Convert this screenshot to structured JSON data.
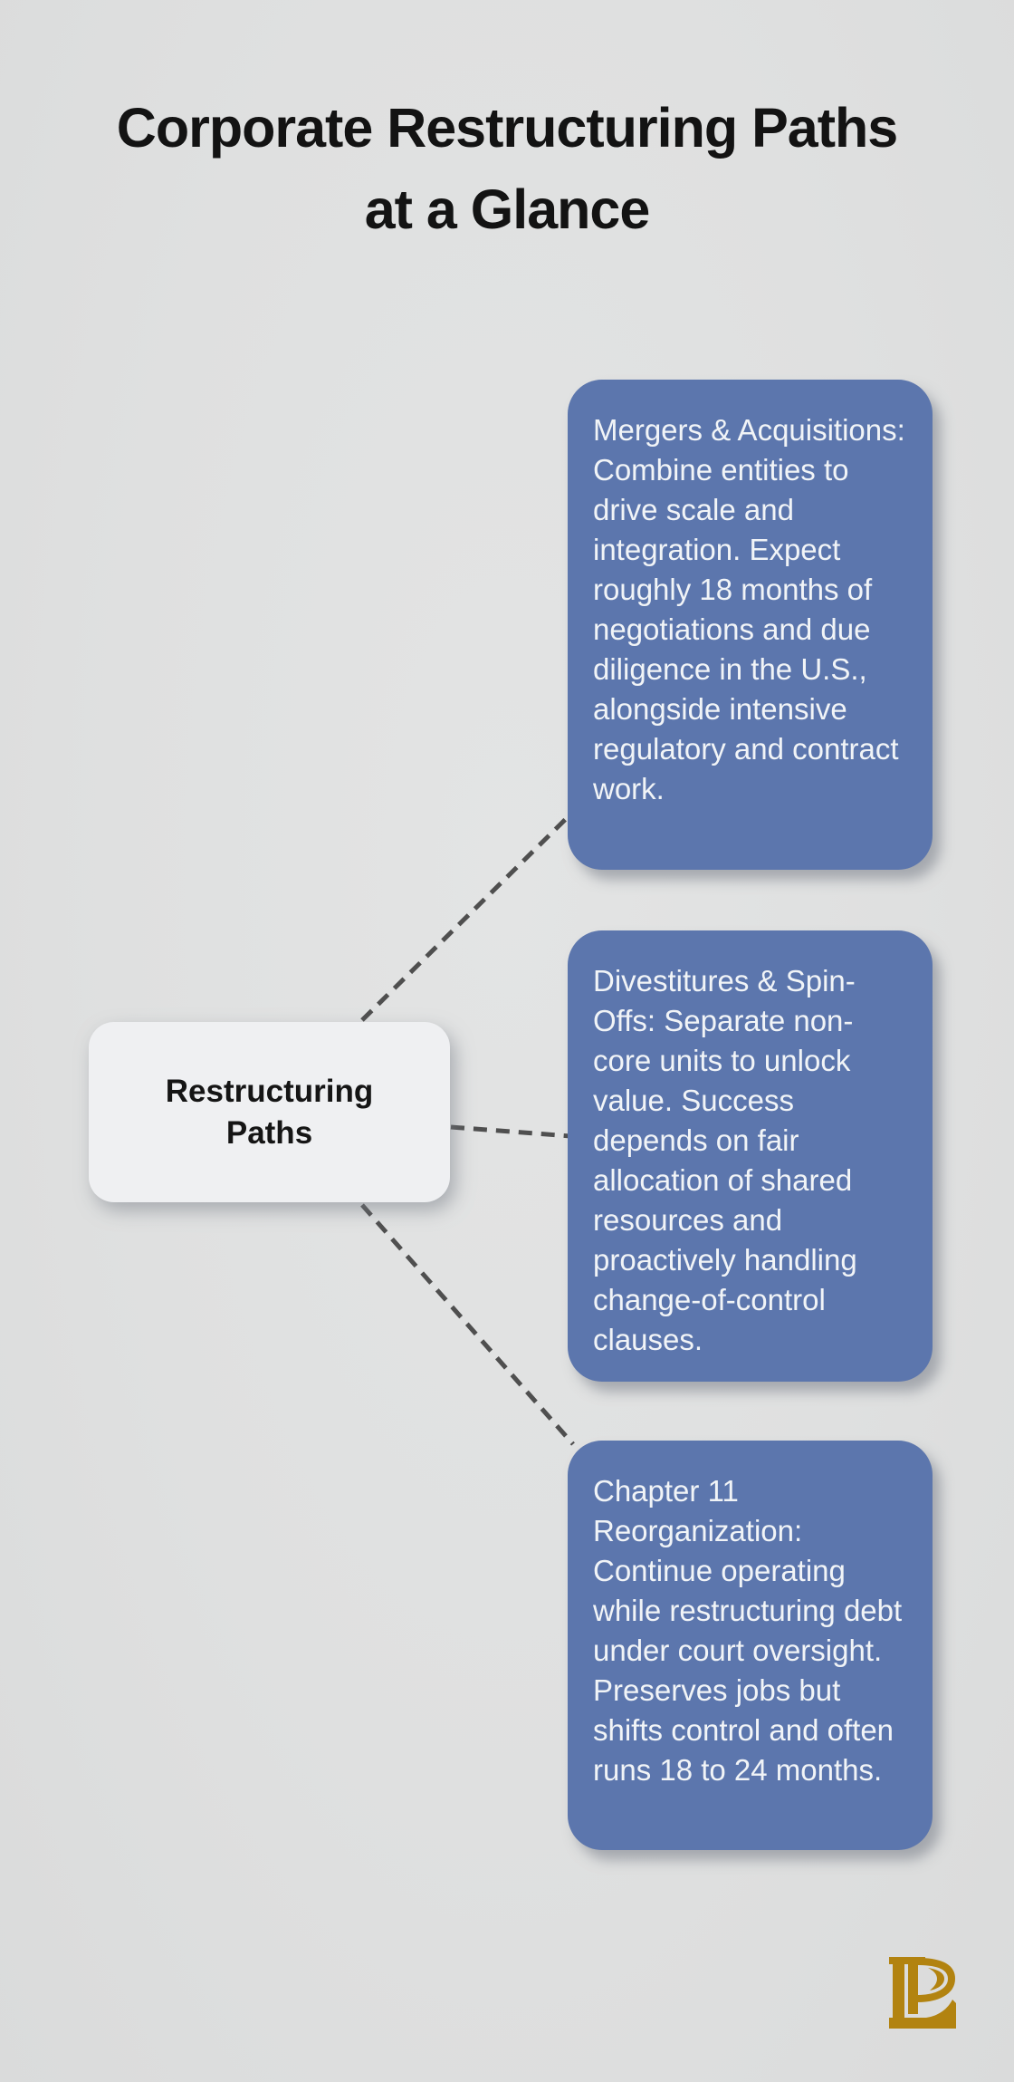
{
  "header": {
    "title_line1": "Corporate Restructuring Paths",
    "title_line2": "at a Glance"
  },
  "diagram": {
    "center_node": {
      "label": "Restructuring Paths"
    },
    "branches": [
      {
        "text": "Mergers & Acquisitions: Combine entities to drive scale and integration. Expect roughly 18 months of negotiations and due diligence in the U.S., alongside intensive regulatory and contract work."
      },
      {
        "text": "Divestitures & Spin-Offs: Separate non-core units to unlock value. Success depends on fair allocation of shared resources and proactively handling change-of-control clauses."
      },
      {
        "text": "Chapter 11 Reorganization: Continue operating while restructuring debt under court oversight. Preserves jobs but shifts control and often runs 18 to 24 months."
      }
    ]
  },
  "branding": {
    "logo_monogram": "PL"
  },
  "colors": {
    "background": "#dfe0e0",
    "card_blue": "#5c76ad",
    "card_text": "#f1f4f7",
    "node_background": "#eff0f2",
    "node_text": "#151515",
    "connector_gray": "#4f4f4f",
    "title_text": "#131313",
    "logo_gold": "#b28310"
  }
}
